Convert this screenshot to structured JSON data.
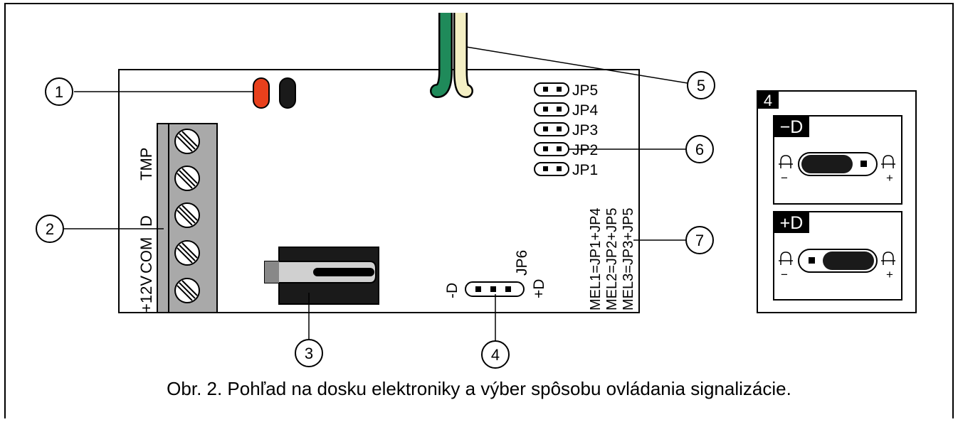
{
  "callouts": [
    "1",
    "2",
    "3",
    "4",
    "5",
    "6",
    "7"
  ],
  "terminal_labels": [
    "TMP",
    "D",
    "COM",
    "+12V"
  ],
  "jumpers": [
    "JP5",
    "JP4",
    "JP3",
    "JP2",
    "JP1"
  ],
  "jp6": {
    "label": "JP6",
    "minus": "-D",
    "plus": "+D"
  },
  "mel_lines": [
    "MEL1=JP1+JP4",
    "MEL2=JP2+JP5",
    "MEL3=JP3+JP5"
  ],
  "inset": {
    "number": "4",
    "minus_mode": {
      "label": "−D",
      "left_tick": "−",
      "right_tick": "+"
    },
    "plus_mode": {
      "label": "+D",
      "left_tick": "−",
      "right_tick": "+"
    }
  },
  "caption": "Obr. 2. Pohľad na dosku elektroniky a výber spôsobu ovládania signalizácie.",
  "colors": {
    "led_red": "#e8401c",
    "led_black": "#1a1a1a",
    "wire_green": "#1f8a5a",
    "wire_cream": "#f4efc4",
    "terminal_gray": "#a9a9a9"
  }
}
